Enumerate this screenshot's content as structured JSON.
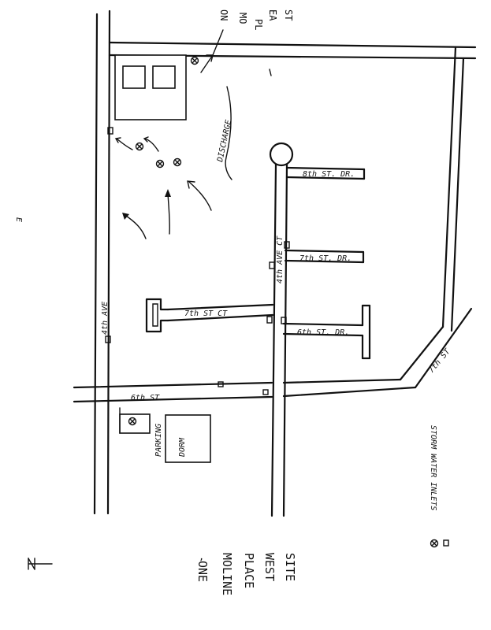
{
  "labels": {
    "title_lines": [
      "ONE",
      "MOLINE",
      "PLACE",
      "WEST",
      "SITE"
    ],
    "top_note_lines": [
      "ON",
      "MO",
      "PL",
      "EA",
      "ST"
    ],
    "ave_4th": "4th AVE",
    "ct_4th_ave": "4th AVE CT",
    "st_6th": "6th ST",
    "st_7th": "7th ST",
    "ct_7th_st": "7th ST CT",
    "dr_6th_st": "6th ST. DR.",
    "dr_7th_st": "7th ST. DR.",
    "dr_8th_st": "8th ST. DR.",
    "dorm": "DORM",
    "parking": "PARKING",
    "discharge": "DISCHARGE",
    "legend": "STORM WATER INLETS",
    "corner_mark": "E"
  },
  "symbols": {
    "inlet_icon": "circle-x-icon",
    "catch_basin_icon": "small-square-icon",
    "north_arrow_icon": "north-arrow-icon",
    "flow_arrow_icon": "flow-arrow-icon"
  }
}
